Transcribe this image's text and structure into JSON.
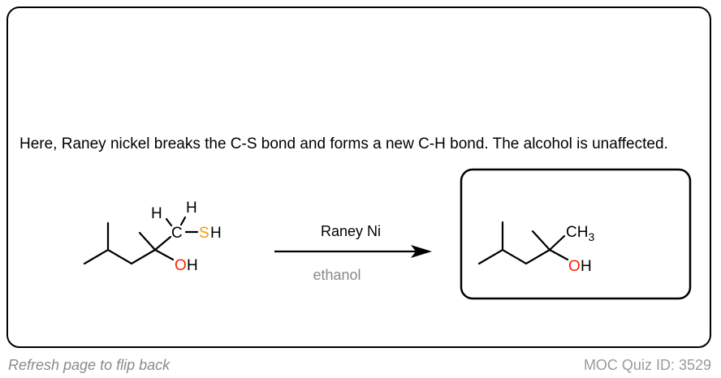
{
  "explanation": "Here, Raney nickel breaks the C-S bond and forms a new C-H bond. The alcohol is unaffected.",
  "reaction": {
    "reagent": "Raney Ni",
    "solvent": "ethanol",
    "reactant_labels": {
      "h1": "H",
      "h2": "H",
      "c": "C",
      "s": "S",
      "sh_h": "H",
      "o": "O",
      "oh_h": "H"
    },
    "product_labels": {
      "ch3": "CH",
      "ch3_sub": "3",
      "o": "O",
      "oh_h": "H"
    }
  },
  "footer": {
    "refresh": "Refresh page to flip back",
    "quiz_id": "MOC Quiz ID: 3529"
  },
  "colors": {
    "oxygen": "#ff2200",
    "sulfur": "#ff9900",
    "gray": "#8a8a8a"
  }
}
